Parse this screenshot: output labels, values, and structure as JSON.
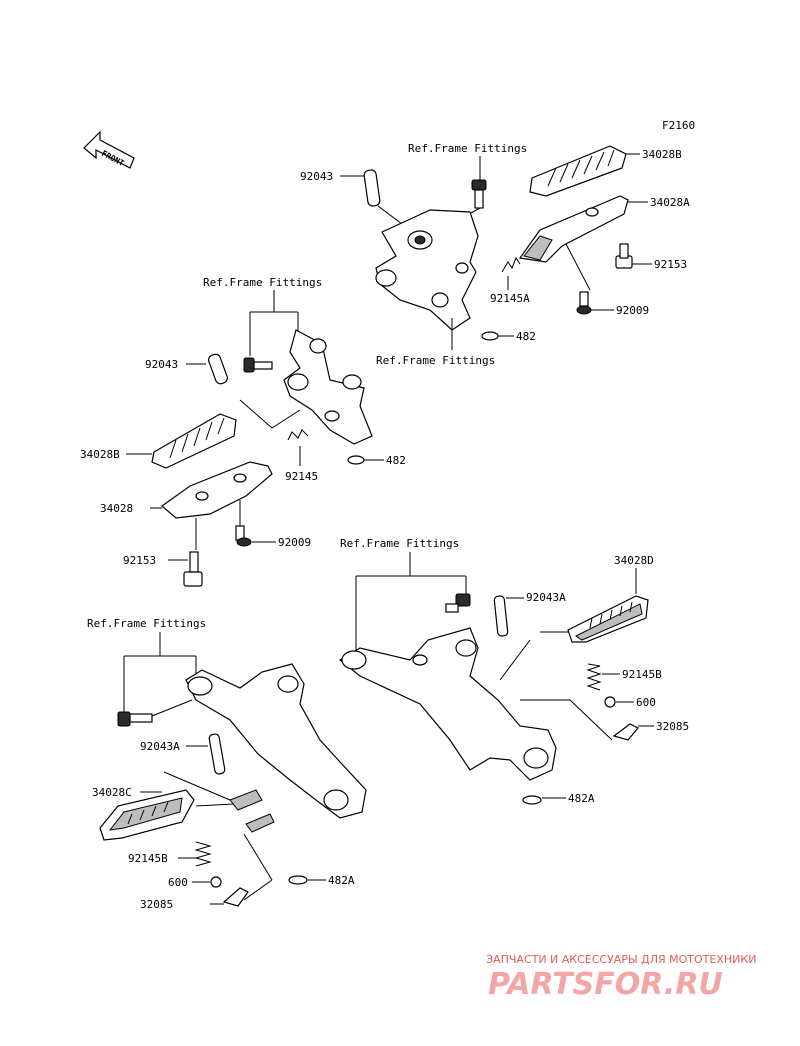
{
  "figure_code": "F2160",
  "front_label": "FRONT",
  "ref_frame_fittings": "Ref.Frame Fittings",
  "labels": {
    "p92043": "92043",
    "p92043A": "92043A",
    "p34028B": "34028B",
    "p34028A": "34028A",
    "p34028": "34028",
    "p34028C": "34028C",
    "p34028D": "34028D",
    "p92153": "92153",
    "p92009": "92009",
    "p92145": "92145",
    "p92145A": "92145A",
    "p92145B": "92145B",
    "p482": "482",
    "p482A": "482A",
    "p600": "600",
    "p32085": "32085"
  },
  "watermark": {
    "caption": "ЗАПЧАСТИ И АКСЕССУАРЫ ДЛЯ МОТОТЕХНИКИ",
    "brand": "PARTSFOR.RU"
  }
}
